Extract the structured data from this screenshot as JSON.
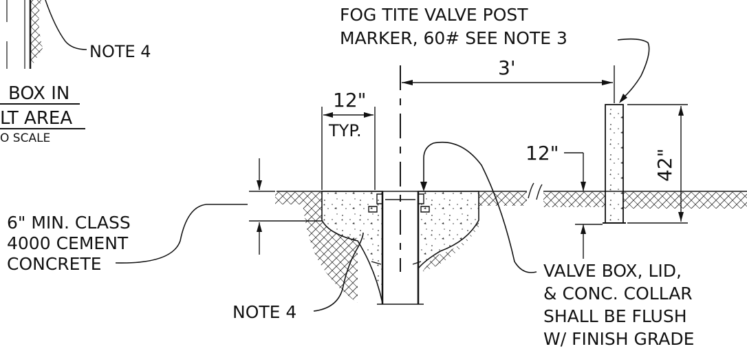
{
  "notes": {
    "note4_top": "NOTE 4",
    "note4_bottom": "NOTE 4",
    "marker_line1": "FOG TITE VALVE POST",
    "marker_line2": "MARKER, 60# SEE NOTE 3",
    "concrete_line1": "6\" MIN. CLASS",
    "concrete_line2": "4000 CEMENT",
    "concrete_line3": "CONCRETE",
    "valvebox_line1": "VALVE BOX, LID,",
    "valvebox_line2": "& CONC. COLLAR",
    "valvebox_line3": "SHALL BE FLUSH",
    "valvebox_line4": "W/ FINISH GRADE"
  },
  "dimensions": {
    "spacing": "3'",
    "collar_width": "12\"",
    "collar_width_sub": "TYP.",
    "post_embed": "12\"",
    "post_height": "42\""
  },
  "detail_title": {
    "line1": "BOX IN",
    "line2": "LT AREA",
    "scale": "O SCALE"
  }
}
